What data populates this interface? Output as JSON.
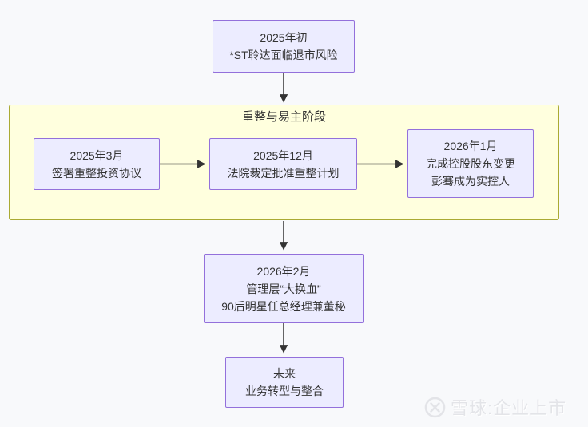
{
  "diagram": {
    "cluster_title": "重整与易主阶段",
    "nodes": {
      "start": {
        "lines": [
          "2025年初",
          "*ST聆达面临退市风险"
        ]
      },
      "sign": {
        "lines": [
          "2025年3月",
          "签署重整投资协议"
        ]
      },
      "court": {
        "lines": [
          "2025年12月",
          "法院裁定批准重整计划"
        ]
      },
      "control": {
        "lines": [
          "2026年1月",
          "完成控股股东变更",
          "彭骞成为实控人"
        ]
      },
      "mgmt": {
        "lines": [
          "2026年2月",
          "管理层“大换血”",
          "90后明星任总经理兼董秘"
        ]
      },
      "future": {
        "lines": [
          "未来",
          "业务转型与整合"
        ]
      }
    },
    "colors": {
      "node_fill": "#ececff",
      "node_border": "#9370db",
      "cluster_fill": "#ffffde",
      "cluster_border": "#aaaa33",
      "edge": "#333333",
      "text": "#333333",
      "background": "#f8f9fb"
    }
  },
  "watermark": {
    "text": "雪球:企业上市"
  }
}
